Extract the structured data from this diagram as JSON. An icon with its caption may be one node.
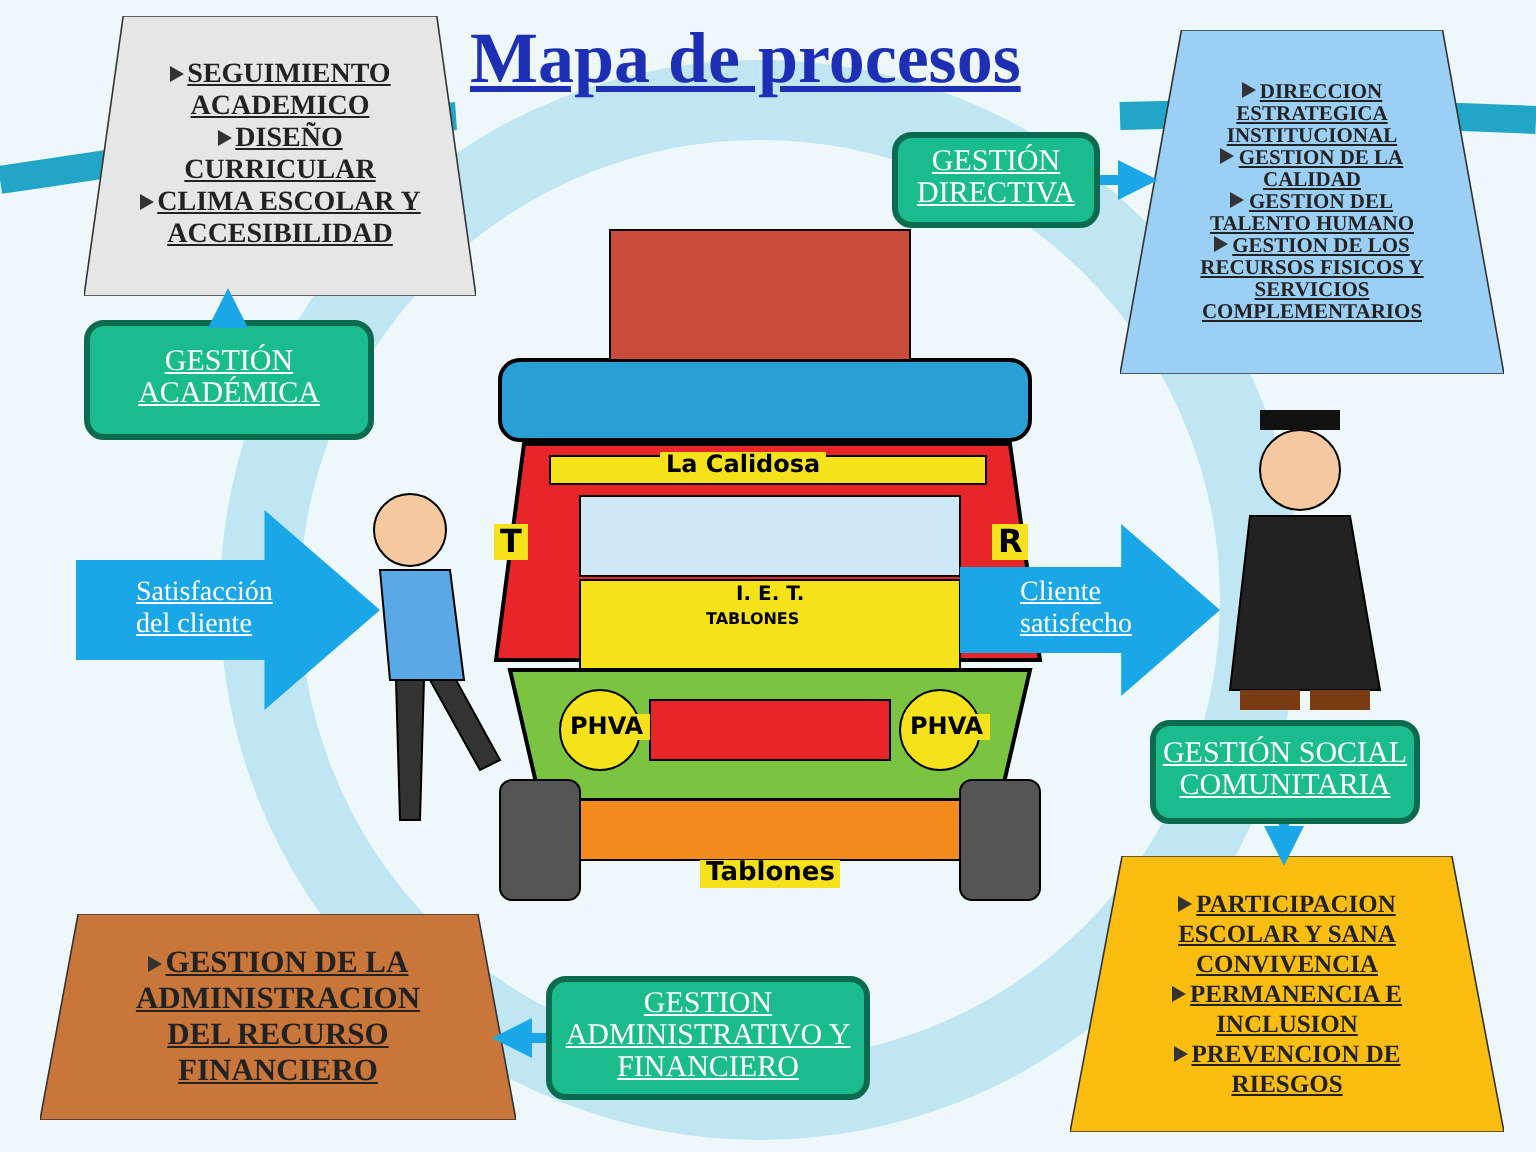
{
  "diagram": {
    "title": "Mapa de procesos",
    "nodes": [
      {
        "text": [
          "SEGUIMIENTO ACADEMICO",
          "DISEÑO CURRICULAR",
          "CLIMA ESCOLAR Y ACCESIBILIDAD"
        ]
      },
      {
        "text": [
          "GESTIÓN ACADÉMICA"
        ]
      },
      {
        "text": [
          "GESTIÓN DIRECTIVA"
        ]
      },
      {
        "text": [
          "DIRECCION ESTRATEGICA INSTITUCIONAL",
          "GESTION DE LA CALIDAD",
          "GESTION DEL TALENTO HUMANO",
          "GESTION DE LOS RECURSOS FISICOS Y SERVICIOS COMPLEMENTARIOS"
        ]
      },
      {
        "text": [
          "Satisfacción del cliente"
        ]
      },
      {
        "text": [
          "Cliente satisfecho"
        ]
      },
      {
        "text": [
          "GESTIÓN SOCIAL COMUNITARIA"
        ]
      },
      {
        "text": [
          "PARTICIPACION ESCOLAR Y SANA CONVIVENCIA",
          "PERMANENCIA E INCLUSION",
          "PREVENCION DE RIESGOS"
        ]
      },
      {
        "text": [
          "GESTION ADMINISTRATIVO Y FINANCIERO"
        ]
      },
      {
        "text": [
          "GESTION DE LA ADMINISTRACION DEL RECURSO FINANCIERO"
        ]
      }
    ],
    "edges": [
      {
        "from": 1,
        "to": 0,
        "arrow": "to"
      },
      {
        "from": 2,
        "to": 3,
        "arrow": "to"
      },
      {
        "from": 6,
        "to": 7,
        "arrow": "to"
      },
      {
        "from": 8,
        "to": 9,
        "arrow": "to"
      }
    ],
    "labels": [
      "La Calidosa",
      "T",
      "R",
      "I. E. T.",
      "TABLONES",
      "PHVA",
      "PHVA",
      "Tablones"
    ]
  }
}
